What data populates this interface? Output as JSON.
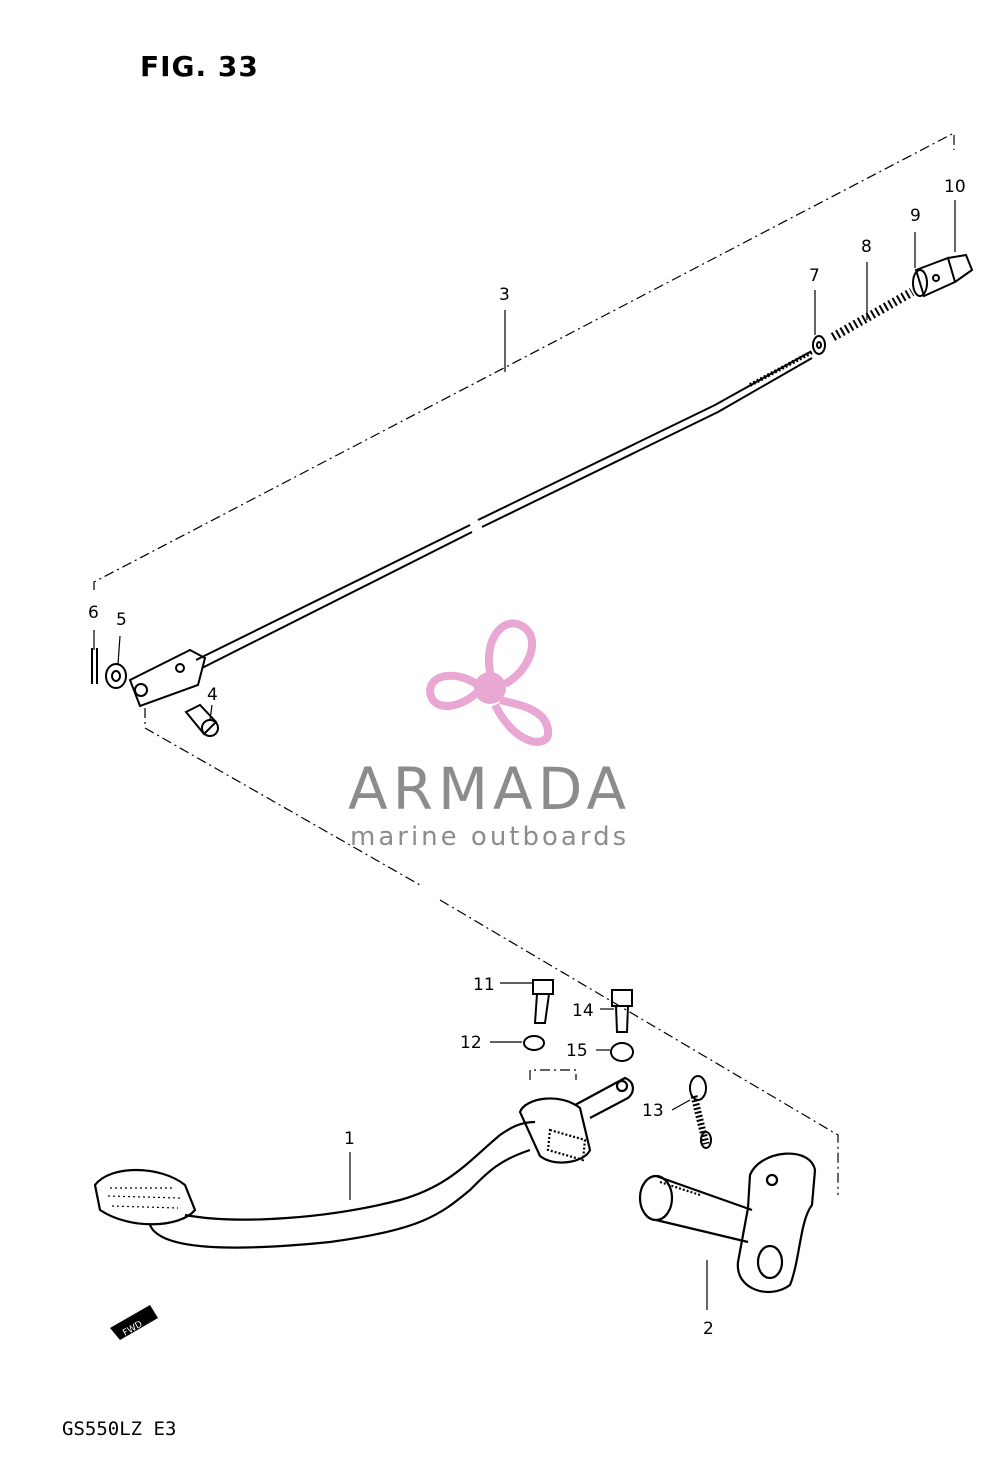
{
  "figure": {
    "title": "FIG. 33",
    "model_code": "GS550LZ E3"
  },
  "callouts": [
    "1",
    "2",
    "3",
    "4",
    "5",
    "6",
    "7",
    "8",
    "9",
    "10",
    "11",
    "12",
    "13",
    "14",
    "15"
  ],
  "arrow_label": "FWD",
  "watermark": {
    "brand": "ARMADA",
    "tagline": "marine outboards",
    "accent_color": "#e9a7d3",
    "text_color": "#8c8c8c"
  },
  "colors": {
    "line": "#000000",
    "background": "#ffffff"
  }
}
